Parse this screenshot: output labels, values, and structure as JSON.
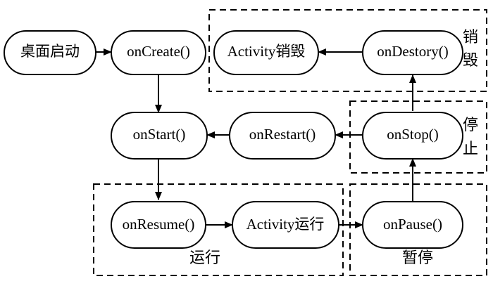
{
  "diagram": {
    "nodes": [
      {
        "id": "launch",
        "label": "桌面启动"
      },
      {
        "id": "oncreate",
        "label": "onCreate()"
      },
      {
        "id": "destroyed",
        "label": "Activity销毁"
      },
      {
        "id": "ondestroy",
        "label": "onDestory()"
      },
      {
        "id": "onstart",
        "label": "onStart()"
      },
      {
        "id": "onrestart",
        "label": "onRestart()"
      },
      {
        "id": "onstop",
        "label": "onStop()"
      },
      {
        "id": "onresume",
        "label": "onResume()"
      },
      {
        "id": "running",
        "label": "Activity运行"
      },
      {
        "id": "onpause",
        "label": "onPause()"
      }
    ],
    "edges": [
      {
        "from": "launch",
        "to": "oncreate"
      },
      {
        "from": "oncreate",
        "to": "onstart"
      },
      {
        "from": "onstart",
        "to": "onresume"
      },
      {
        "from": "onresume",
        "to": "running"
      },
      {
        "from": "running",
        "to": "onpause"
      },
      {
        "from": "onpause",
        "to": "onstop"
      },
      {
        "from": "onstop",
        "to": "ondestroy"
      },
      {
        "from": "ondestroy",
        "to": "destroyed"
      },
      {
        "from": "onstop",
        "to": "onrestart"
      },
      {
        "from": "onrestart",
        "to": "onstart"
      }
    ],
    "groups": [
      {
        "id": "destroy-group",
        "label": "销毁"
      },
      {
        "id": "stop-group",
        "label": "停止"
      },
      {
        "id": "run-group",
        "label": "运行"
      },
      {
        "id": "pause-group",
        "label": "暂停"
      }
    ]
  }
}
